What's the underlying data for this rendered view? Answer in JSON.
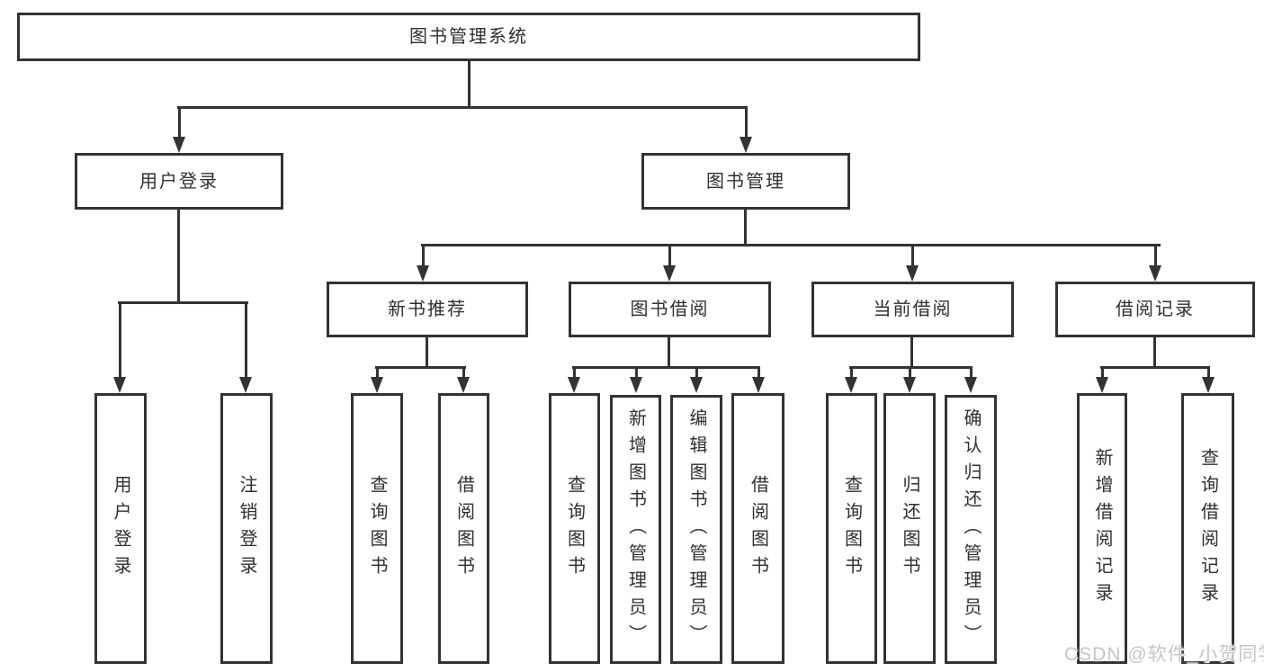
{
  "watermark": "CSDN @软件_小贺同学",
  "colors": {
    "line": "#333333",
    "box_background": "#ffffff",
    "text": "#2f2f2f",
    "watermark": "#c6c6c6"
  },
  "tree": {
    "root": {
      "label": "图书管理系统"
    },
    "branches": [
      {
        "label": "用户登录",
        "children": [
          {
            "label": "用户登录"
          },
          {
            "label": "注销登录"
          }
        ]
      },
      {
        "label": "图书管理",
        "children": [
          {
            "label": "新书推荐",
            "children": [
              {
                "label": "查询图书"
              },
              {
                "label": "借阅图书"
              }
            ]
          },
          {
            "label": "图书借阅",
            "children": [
              {
                "label": "查询图书"
              },
              {
                "label": "新增图书（管理员）"
              },
              {
                "label": "编辑图书（管理员）"
              },
              {
                "label": "借阅图书"
              }
            ]
          },
          {
            "label": "当前借阅",
            "children": [
              {
                "label": "查询图书"
              },
              {
                "label": "归还图书"
              },
              {
                "label": "确认归还（管理员）"
              }
            ]
          },
          {
            "label": "借阅记录",
            "children": [
              {
                "label": "新增借阅记录"
              },
              {
                "label": "查询借阅记录"
              }
            ]
          }
        ]
      }
    ]
  }
}
